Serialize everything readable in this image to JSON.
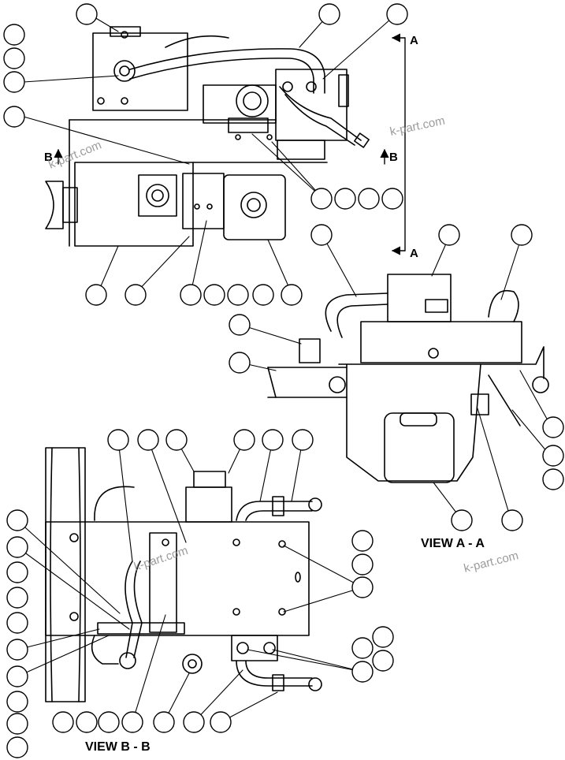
{
  "diagram": {
    "view_a_label": "VIEW A - A",
    "view_b_label": "VIEW B - B",
    "section_a_label": "A",
    "section_b_label": "B",
    "watermark": "k-part.com"
  }
}
